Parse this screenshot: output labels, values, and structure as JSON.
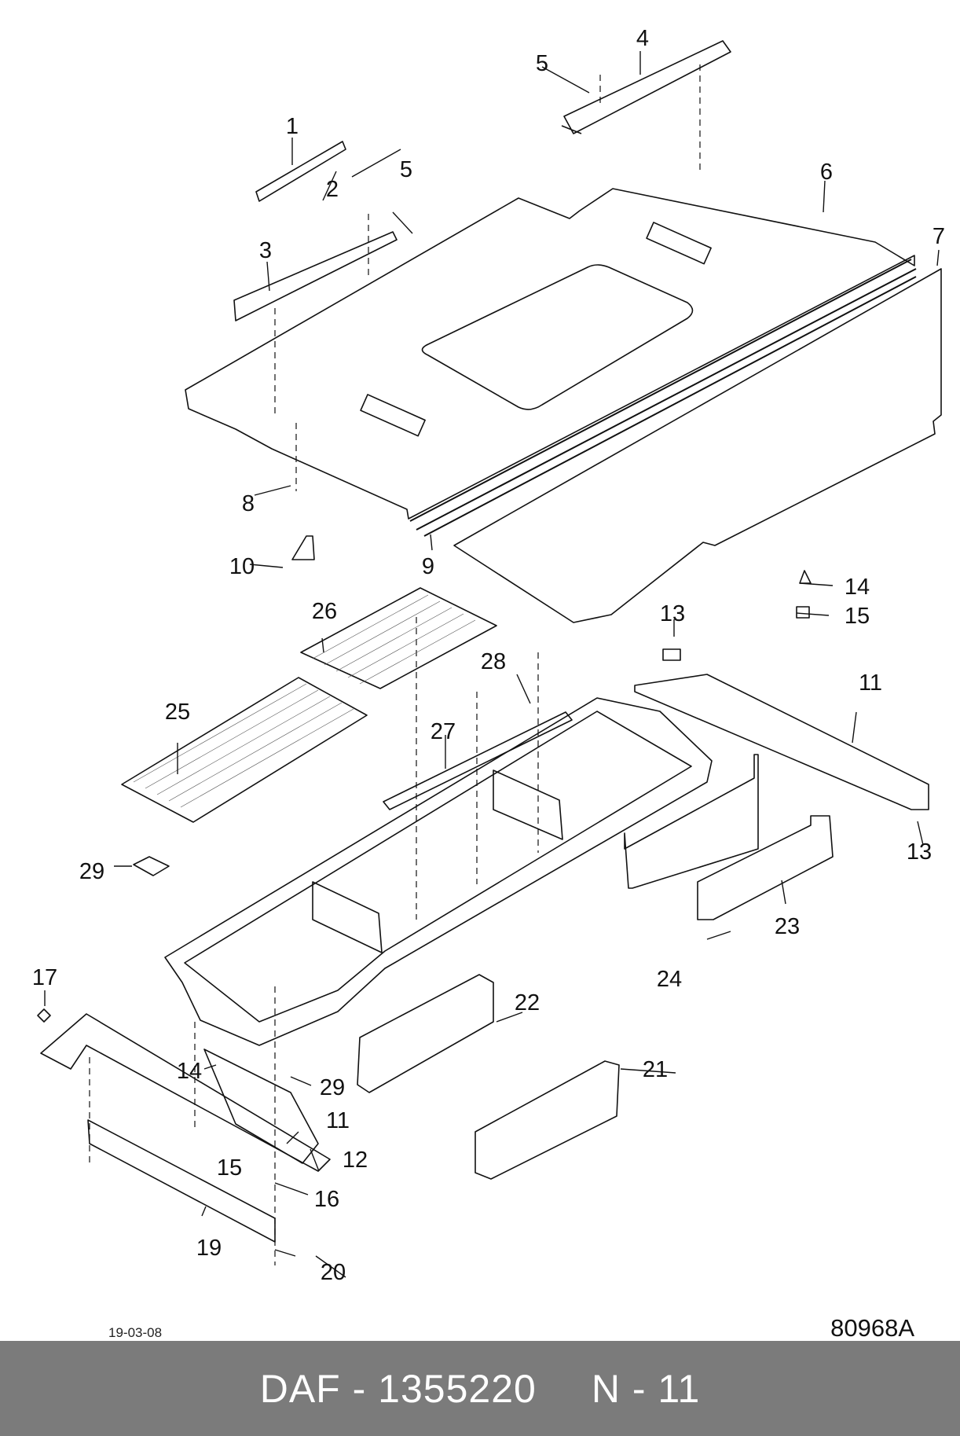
{
  "footer": {
    "part_code": "DAF - 1355220",
    "section": "N - 11"
  },
  "drawing_date": "19-03-08",
  "drawing_number": "80968A",
  "callouts": [
    "1",
    "2",
    "3",
    "4",
    "5",
    "5",
    "6",
    "7",
    "8",
    "9",
    "10",
    "11",
    "11",
    "12",
    "13",
    "13",
    "14",
    "14",
    "15",
    "15",
    "16",
    "17",
    "19",
    "20",
    "21",
    "22",
    "23",
    "24",
    "25",
    "26",
    "27",
    "28",
    "29",
    "29"
  ]
}
